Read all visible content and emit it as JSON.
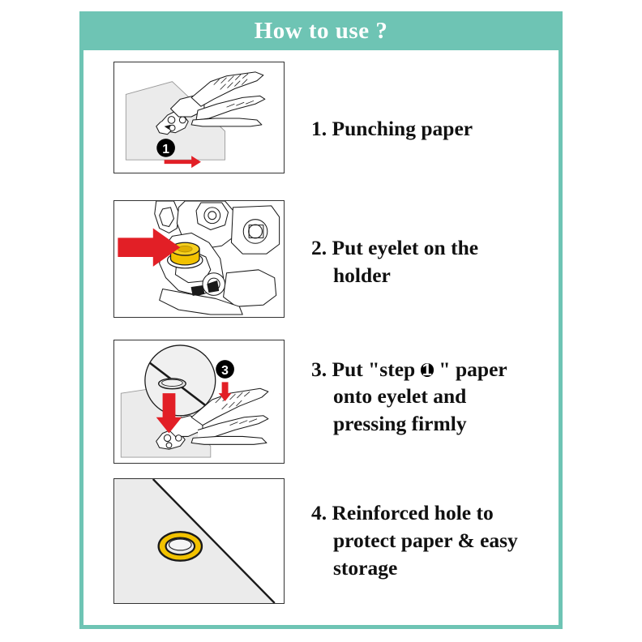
{
  "header": {
    "title": "How to use ?",
    "bg_color": "#6ec4b4",
    "text_color": "#ffffff"
  },
  "frame": {
    "border_color": "#6ec4b4"
  },
  "palette": {
    "red_arrow": "#e21f26",
    "eyelet_gold": "#f2c200",
    "paper_gray": "#ebebeb",
    "outline": "#333333",
    "badge_black": "#000000"
  },
  "steps": [
    {
      "number": "1",
      "illustration": "hole-punch-plier-punching-paper",
      "badge": "1",
      "arrow": "right",
      "lines": [
        {
          "text": "1. Punching paper",
          "indent": false
        }
      ]
    },
    {
      "number": "2",
      "illustration": "plier-head-closeup-with-yellow-eyelet-on-holder",
      "badge": "",
      "arrow": "right",
      "lines": [
        {
          "text": "2. Put eyelet on the",
          "indent": false
        },
        {
          "text": "holder",
          "indent": true
        }
      ]
    },
    {
      "number": "3",
      "illustration": "magnified-hole-in-paper-with-plier-pressing",
      "badge": "3",
      "arrow": "down",
      "lines": [
        {
          "text": "3. Put \"step ",
          "indent": false,
          "inline_badge": "1",
          "text_after": " \" paper"
        },
        {
          "text": "onto eyelet and",
          "indent": true
        },
        {
          "text": "pressing firmly",
          "indent": true
        }
      ]
    },
    {
      "number": "4",
      "illustration": "paper-with-installed-gold-eyelet-grommet",
      "badge": "",
      "arrow": "",
      "lines": [
        {
          "text": "4. Reinforced hole to",
          "indent": false
        },
        {
          "text": "protect paper & easy",
          "indent": true
        },
        {
          "text": "storage",
          "indent": true
        }
      ]
    }
  ]
}
